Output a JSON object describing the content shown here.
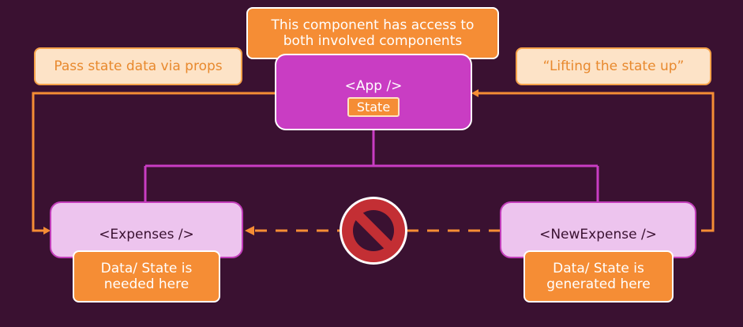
{
  "top_note": {
    "line1": "This component has access to",
    "line2": "both involved components"
  },
  "left_note": "Pass state data via props",
  "right_note": "“Lifting the state up”",
  "app": {
    "label": "<App />",
    "state": "State"
  },
  "expenses": {
    "label": "<Expenses />"
  },
  "new_expense": {
    "label": "<NewExpense />"
  },
  "expenses_data": {
    "line1": "Data/ State is",
    "line2": "needed here"
  },
  "new_expense_data": {
    "line1": "Data/ State is",
    "line2": "generated here"
  },
  "icons": {
    "blocked": "no-entry-icon"
  },
  "colors": {
    "background": "#3a1131",
    "magenta": "#c93dc3",
    "orange": "#f58d35",
    "light_pink": "#edc4ee"
  }
}
